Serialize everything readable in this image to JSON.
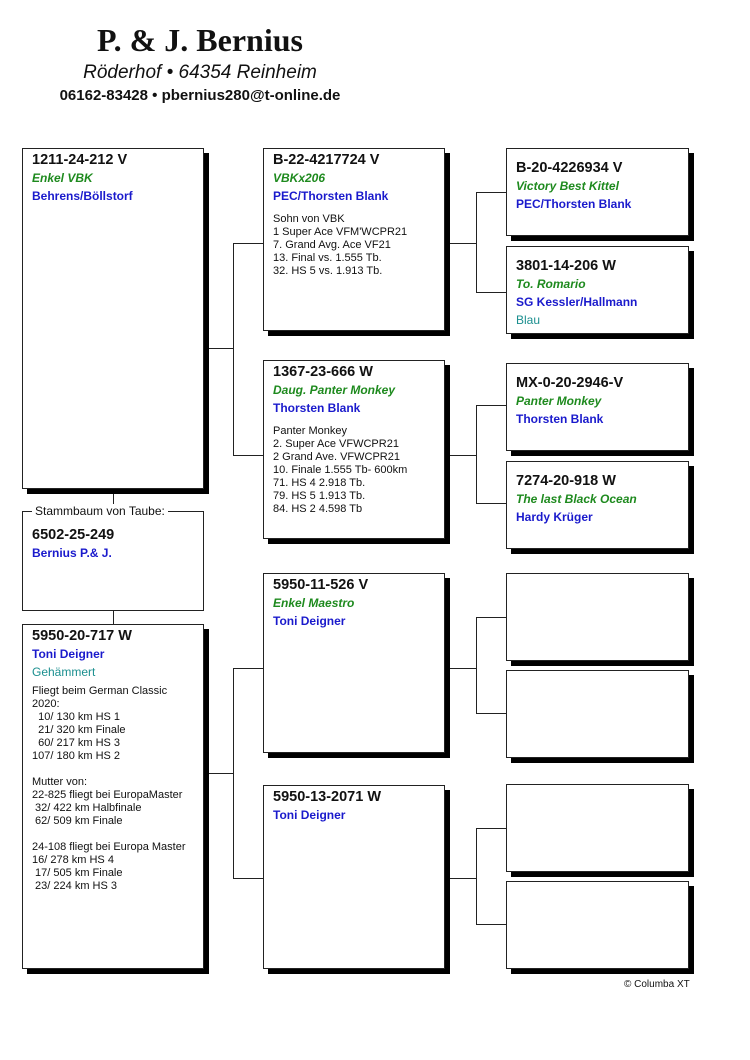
{
  "header": {
    "title": "P. & J. Bernius",
    "address": "Röderhof • 64354 Reinheim",
    "contact": "06162-83428 • pbernius280@t-online.de"
  },
  "subject": {
    "label": "Stammbaum von Taube:",
    "ring": "6502-25-249",
    "owner": "Bernius P.& J."
  },
  "sire": {
    "ring": "1211-24-212 V",
    "name": "Enkel VBK",
    "owner": "Behrens/Böllstorf"
  },
  "dam": {
    "ring": "5950-20-717 W",
    "owner": "Toni Deigner",
    "color": "Gehämmert",
    "notes": [
      "Fliegt beim German Classic",
      "2020:",
      "  10/ 130 km HS 1",
      "  21/ 320 km Finale",
      "  60/ 217 km HS 3",
      "107/ 180 km HS 2",
      "",
      "Mutter von:",
      "22-825 fliegt bei EuropaMaster",
      " 32/ 422 km Halbfinale",
      " 62/ 509 km Finale",
      "",
      "24-108 fliegt bei Europa Master",
      "16/ 278 km HS 4",
      " 17/ 505 km Finale",
      " 23/ 224 km HS 3"
    ]
  },
  "gen2": [
    {
      "ring": "B-22-4217724 V",
      "name": "VBKx206",
      "owner": "PEC/Thorsten Blank",
      "notes": [
        "Sohn von VBK",
        "1 Super Ace VFM'WCPR21",
        "7. Grand Avg. Ace VF21",
        "13. Final vs. 1.555 Tb.",
        "32. HS 5 vs. 1.913 Tb."
      ]
    },
    {
      "ring": "1367-23-666 W",
      "name": "Daug. Panter Monkey",
      "owner": "Thorsten Blank",
      "notes": [
        "Panter Monkey",
        "2. Super Ace VFWCPR21",
        "2 Grand Ave. VFWCPR21",
        "10. Finale 1.555 Tb- 600km",
        "71. HS 4 2.918 Tb.",
        "79. HS 5 1.913 Tb.",
        "84. HS 2 4.598 Tb"
      ]
    },
    {
      "ring": "5950-11-526 V",
      "name": "Enkel Maestro",
      "owner": "Toni Deigner"
    },
    {
      "ring": "5950-13-2071 W",
      "owner": "Toni Deigner"
    }
  ],
  "gen3": [
    {
      "ring": "B-20-4226934 V",
      "name": "Victory Best Kittel",
      "owner": "PEC/Thorsten Blank"
    },
    {
      "ring": "3801-14-206 W",
      "name": "To. Romario",
      "owner": "SG Kessler/Hallmann",
      "color": "Blau"
    },
    {
      "ring": "MX-0-20-2946-V",
      "name": "Panter Monkey",
      "owner": "Thorsten Blank"
    },
    {
      "ring": "7274-20-918 W",
      "name": "The last Black Ocean",
      "owner": "Hardy Krüger"
    },
    {},
    {},
    {},
    {}
  ],
  "footer": "© Columba XT"
}
